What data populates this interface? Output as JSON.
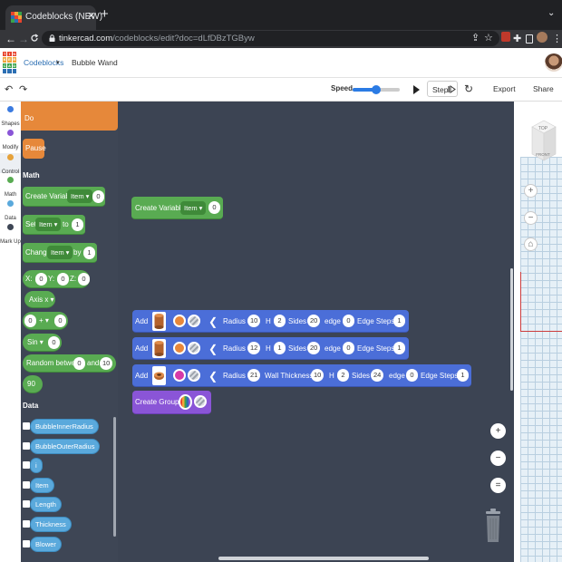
{
  "browser": {
    "tab_title": "Codeblocks (NEW)",
    "tab_close": "✕",
    "new_tab": "+",
    "menu": "⌄",
    "url_host": "tinkercad.com",
    "url_path": "/codeblocks/edit?doc=dLfDBzTGByw",
    "nav_back": "←",
    "nav_forward": "→",
    "nav_reload": "C"
  },
  "app": {
    "name": "Codeblocks",
    "caret": "▾",
    "document": "Bubble Wand",
    "logo_letters": [
      "TIN",
      "KER",
      "CAD",
      ""
    ]
  },
  "codebar": {
    "undo": "↶",
    "redo": "↷",
    "speed_label": "Speed",
    "speed_value": 0.5,
    "step_label": "Step",
    "restart": "↻",
    "export_label": "Export",
    "share_label": "Share"
  },
  "categories": [
    {
      "label": "Shapes",
      "color": "#3b7be0"
    },
    {
      "label": "Modify",
      "color": "#8a55d7"
    },
    {
      "label": "Control",
      "color": "#e6a23a"
    },
    {
      "label": "Math",
      "color": "#59ab52"
    },
    {
      "label": "Data",
      "color": "#5aa9dc"
    },
    {
      "label": "Mark Up",
      "color": "#3e4655"
    }
  ],
  "flyout": {
    "do_label": "Do",
    "pause_label": "Pause",
    "math_heading": "Math",
    "create_variable": {
      "label": "Create Variable",
      "var": "Item ▾",
      "value": "0"
    },
    "set": {
      "label": "Set",
      "var": "Item ▾",
      "to": "to",
      "value": "1"
    },
    "change": {
      "label": "Change",
      "var": "Item ▾",
      "by": "by",
      "value": "1"
    },
    "xyz": {
      "x": "X:",
      "xv": "0",
      "y": "Y:",
      "yv": "0",
      "z": "Z:",
      "zv": "0"
    },
    "axis": "Axis x ▾",
    "arith": {
      "a": "0",
      "op": "+ ▾",
      "b": "0"
    },
    "sin": {
      "fn": "Sin ▾",
      "value": "0"
    },
    "random": {
      "label": "Random between",
      "a": "0",
      "and": "and",
      "b": "10"
    },
    "number": "90",
    "data_heading": "Data",
    "variables": [
      "BubbleInnerRadius",
      "BubbleOuterRadius",
      "i",
      "Item",
      "Length",
      "Thickness",
      "Blower"
    ]
  },
  "workspace": {
    "create_variable": {
      "label": "Create Variable",
      "var": "Item ▾",
      "value": "0"
    },
    "add_rows": [
      {
        "add": "Add",
        "shape": "cylinder",
        "color": "#e8873a",
        "chev": "❮",
        "radius_label": "Radius",
        "radius": "10",
        "h_label": "H",
        "h": "2",
        "sides_label": "Sides",
        "sides": "20",
        "edge_label": "edge",
        "edge": "0",
        "steps_label": "Edge Steps",
        "steps": "1"
      },
      {
        "add": "Add",
        "shape": "cylinder",
        "color": "#e8873a",
        "chev": "❮",
        "radius_label": "Radius",
        "radius": "12",
        "h_label": "H",
        "h": "1",
        "sides_label": "Sides",
        "sides": "20",
        "edge_label": "edge",
        "edge": "0",
        "steps_label": "Edge Steps",
        "steps": "1"
      },
      {
        "add": "Add",
        "shape": "tube",
        "color": "#d63aa8",
        "chev": "❮",
        "radius_label": "Radius",
        "radius": "21",
        "wall_label": "Wall Thickness",
        "wall": "10",
        "h_label": "H",
        "h": "2",
        "sides_label": "Sides",
        "sides": "24",
        "edge_label": "edge",
        "edge": "0",
        "steps_label": "Edge Steps",
        "steps": "1"
      }
    ],
    "create_group": "Create Group",
    "zoom_in": "+",
    "zoom_out": "−",
    "zoom_fit": "="
  },
  "viewport": {
    "cube_top": "TOP",
    "cube_front": "FRONT",
    "zoom_in": "+",
    "zoom_out": "−",
    "home": "⌂"
  },
  "colors": {
    "math_green": "#59ab52",
    "shapes_blue": "#4b6ed8",
    "modify_purple": "#8a55d7",
    "control_orange": "#e6883a",
    "data_cyan": "#5aa9dc"
  }
}
